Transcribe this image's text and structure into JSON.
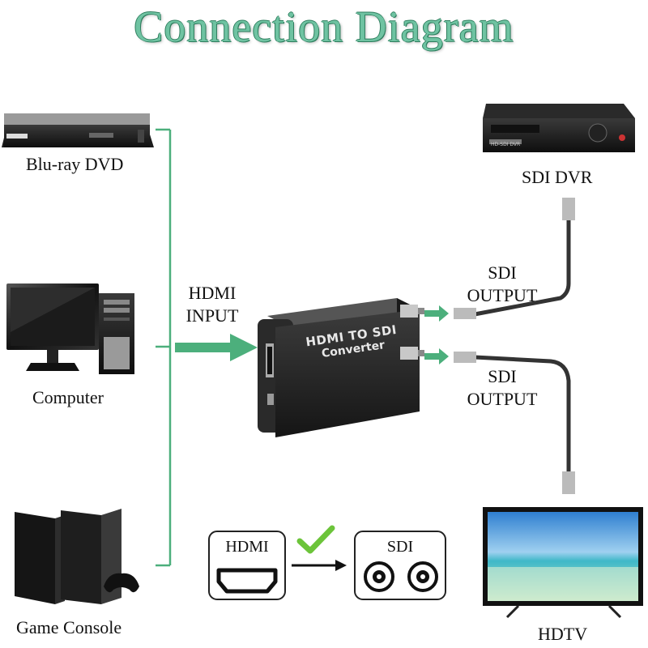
{
  "title": "Connection Diagram",
  "sources": {
    "bluray": "Blu-ray DVD",
    "computer": "Computer",
    "console": "Game Console"
  },
  "input_label_line1": "HDMI",
  "input_label_line2": "INPUT",
  "converter": {
    "line1": "HDMI TO SDI",
    "line2": "Converter"
  },
  "outputs": {
    "top_line1": "SDI",
    "top_line2": "OUTPUT",
    "bottom_line1": "SDI",
    "bottom_line2": "OUTPUT"
  },
  "destinations": {
    "dvr": "SDI DVR",
    "hdtv": "HDTV",
    "dvr_panel_text": "HD-SDI DVR"
  },
  "legend": {
    "hdmi": "HDMI",
    "sdi": "SDI"
  },
  "colors": {
    "accent_green": "#4caf7c",
    "title_green": "#6fc3a2",
    "check_green": "#6cc43a"
  },
  "icons": {
    "check": "check-mark-icon",
    "hdmi_port": "hdmi-port-icon",
    "bnc": "bnc-connector-icon"
  }
}
